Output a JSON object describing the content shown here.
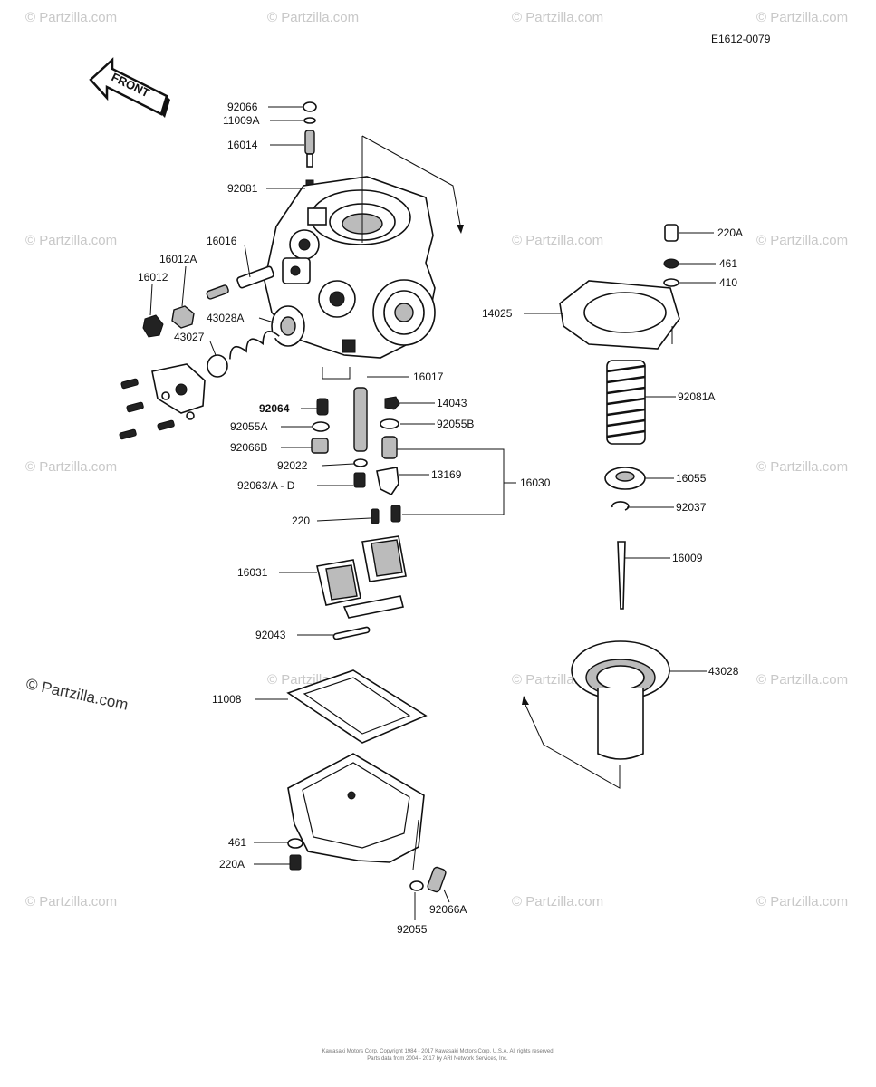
{
  "diagram_code": "E1612-0079",
  "direction_label": "FRONT",
  "watermark": "© Partzilla.com",
  "watermark_prominent": "© Partzilla.com",
  "footer_lines": [
    "Kawasaki Motors Corp. Copyright 1984 - 2017 Kawasaki Motors Corp. U.S.A. All rights reserved",
    "Parts data from 2004 - 2017 by ARI Network Services, Inc."
  ],
  "callouts": [
    {
      "id": "92066",
      "text": "92066"
    },
    {
      "id": "11009A",
      "text": "11009A"
    },
    {
      "id": "16014",
      "text": "16014"
    },
    {
      "id": "92081",
      "text": "92081"
    },
    {
      "id": "16016",
      "text": "16016"
    },
    {
      "id": "16012A",
      "text": "16012A"
    },
    {
      "id": "16012",
      "text": "16012"
    },
    {
      "id": "43028A",
      "text": "43028A"
    },
    {
      "id": "43027",
      "text": "43027"
    },
    {
      "id": "16017",
      "text": "16017"
    },
    {
      "id": "92064",
      "text": "92064"
    },
    {
      "id": "14043",
      "text": "14043"
    },
    {
      "id": "92055A",
      "text": "92055A"
    },
    {
      "id": "92055B",
      "text": "92055B"
    },
    {
      "id": "92066B",
      "text": "92066B"
    },
    {
      "id": "92022",
      "text": "92022"
    },
    {
      "id": "13169",
      "text": "13169"
    },
    {
      "id": "16030",
      "text": "16030"
    },
    {
      "id": "92063AD",
      "text": "92063/A - D"
    },
    {
      "id": "220",
      "text": "220"
    },
    {
      "id": "16031",
      "text": "16031"
    },
    {
      "id": "92043",
      "text": "92043"
    },
    {
      "id": "11008",
      "text": "11008"
    },
    {
      "id": "461b",
      "text": "461"
    },
    {
      "id": "220Ab",
      "text": "220A"
    },
    {
      "id": "92055",
      "text": "92055"
    },
    {
      "id": "92066A",
      "text": "92066A"
    },
    {
      "id": "220A",
      "text": "220A"
    },
    {
      "id": "461",
      "text": "461"
    },
    {
      "id": "410",
      "text": "410"
    },
    {
      "id": "14025",
      "text": "14025"
    },
    {
      "id": "92081A",
      "text": "92081A"
    },
    {
      "id": "16055",
      "text": "16055"
    },
    {
      "id": "92037",
      "text": "92037"
    },
    {
      "id": "16009",
      "text": "16009"
    },
    {
      "id": "43028",
      "text": "43028"
    }
  ]
}
